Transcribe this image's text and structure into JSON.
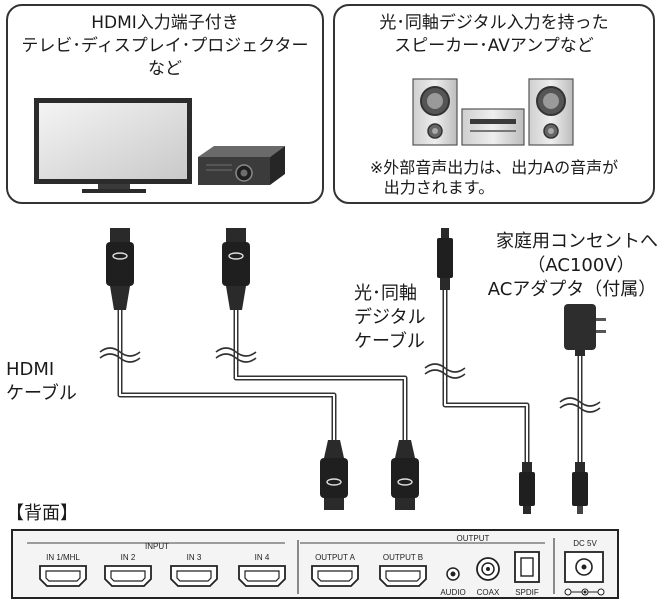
{
  "display_box": {
    "line1": "HDMI入力端子付き",
    "line2": "テレビ･ディスプレイ･プロジェクター",
    "line3": "など"
  },
  "speaker_box": {
    "line1": "光･同軸デジタル入力を持った",
    "line2": "スピーカー･AVアンプなど",
    "note1": "※外部音声出力は、出力Aの音声が",
    "note2": "出力されます。"
  },
  "labels": {
    "hdmi_cable_1": "HDMI",
    "hdmi_cable_2": "ケーブル",
    "optical_cable_1": "光･同軸",
    "optical_cable_2": "デジタル",
    "optical_cable_3": "ケーブル",
    "outlet_1": "家庭用コンセントへ",
    "outlet_2": "（AC100V）",
    "adapter": "ACアダプタ（付属）",
    "rear": "【背面】"
  },
  "rear_panel": {
    "input_group": "INPUT",
    "output_group": "OUTPUT",
    "in1": "IN 1/MHL",
    "in2": "IN 2",
    "in3": "IN 3",
    "in4": "IN 4",
    "out_a": "OUTPUT A",
    "out_b": "OUTPUT B",
    "audio": "AUDIO",
    "coax": "COAX",
    "spdif": "SPDIF",
    "dc": "DC 5V"
  }
}
